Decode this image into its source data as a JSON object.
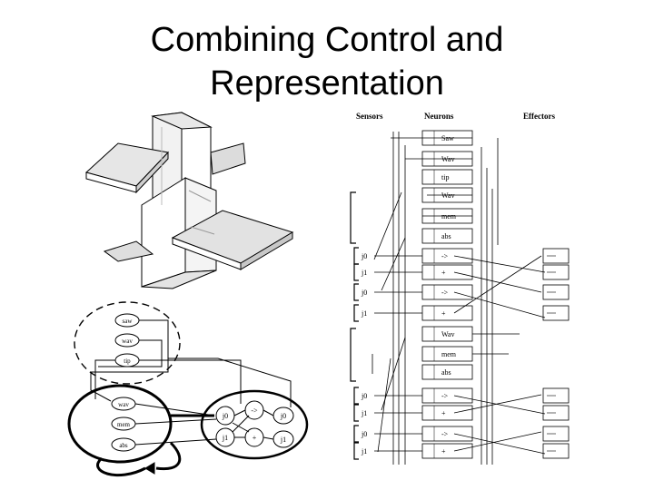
{
  "slide": {
    "title_line1": "Combining Control and",
    "title_line2": "Representation"
  },
  "circuit": {
    "headers": {
      "sensors": "Sensors",
      "neurons": "Neurons",
      "effectors": "Effectors"
    },
    "neuron_labels": [
      "Saw",
      "Wav",
      "tip",
      "Wav",
      "mem",
      "abs",
      "->",
      "+",
      "->",
      "+",
      "Wav",
      "mem",
      "abs",
      "->",
      "+",
      "->",
      "+"
    ],
    "bracket_labels": [
      "j0",
      "j1",
      "j0",
      "j1",
      "j0",
      "j1",
      "j0",
      "j1"
    ]
  },
  "network": {
    "sensor_nodes": [
      "saw",
      "wav",
      "tip"
    ],
    "memory_nodes": [
      "wav",
      "mem",
      "abs"
    ],
    "joint_nodes": [
      "j0",
      "j1",
      "->",
      "+",
      "j0",
      "j1"
    ]
  }
}
